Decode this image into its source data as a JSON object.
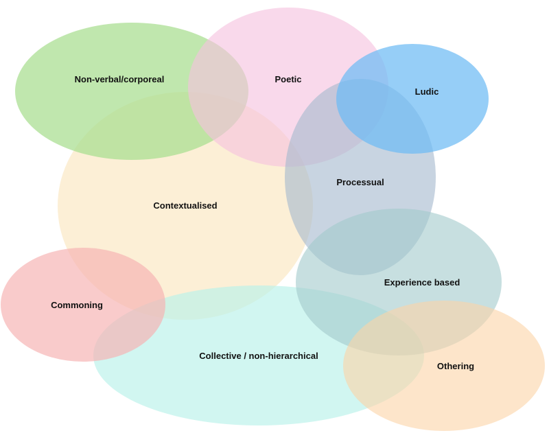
{
  "diagram": {
    "blobs": [
      {
        "id": "contextualised",
        "label": "Contextualised",
        "color": "#fbe9c6"
      },
      {
        "id": "collective",
        "label": "Collective / non-hierarchical",
        "color": "#b8f1ea"
      },
      {
        "id": "commoning",
        "label": "Commoning",
        "color": "#f6b3b3"
      },
      {
        "id": "non-verbal",
        "label": "Non-verbal/corporeal",
        "color": "#a8de8f"
      },
      {
        "id": "poetic",
        "label": "Poetic",
        "color": "#f6c1de"
      },
      {
        "id": "processual",
        "label": "Processual",
        "color": "#a7b9cf"
      },
      {
        "id": "ludic",
        "label": "Ludic",
        "color": "#6dbbf4"
      },
      {
        "id": "experience",
        "label": "Experience based",
        "color": "#a1c9cb"
      },
      {
        "id": "othering",
        "label": "Othering",
        "color": "#fbd3a6"
      }
    ]
  }
}
